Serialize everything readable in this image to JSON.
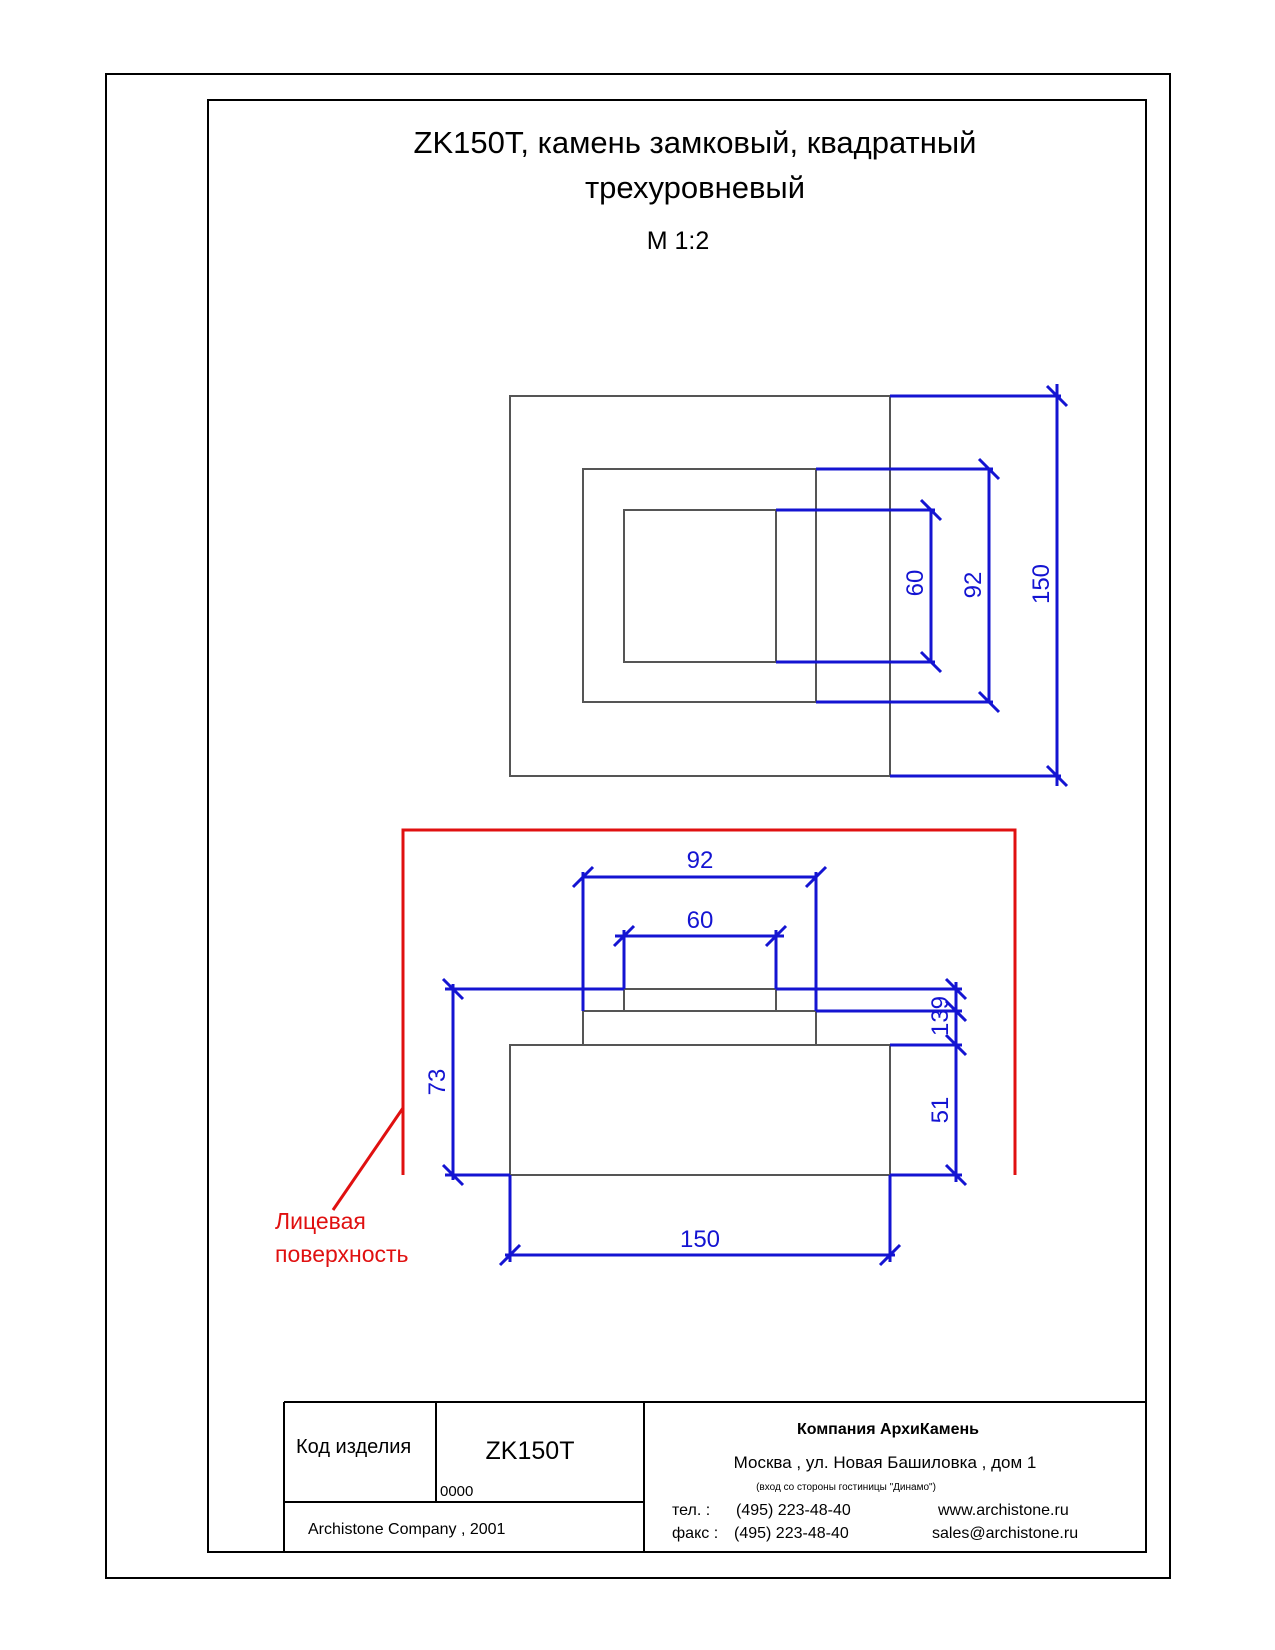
{
  "title": {
    "line1": "ZK150T, камень замковый, квадратный",
    "line2": "трехуровневый",
    "scale": "М 1:2"
  },
  "top_view": {
    "dims": {
      "inner": "60",
      "middle": "92",
      "outer": "150"
    }
  },
  "front_view": {
    "dims": {
      "top_width_92": "92",
      "top_width_60": "60",
      "height_total": "73",
      "height_small": "139",
      "height_base": "51",
      "base_width": "150"
    },
    "face_label": {
      "line1": "Лицевая",
      "line2": "поверхность"
    }
  },
  "title_block": {
    "product_code_label": "Код изделия",
    "product_code": "ZK150T",
    "sub_code": "0000",
    "copyright": "Archistone  Company ,  2001",
    "company_name": "Компания  АрхиКамень",
    "address": "Москва , ул. Новая Башиловка , дом 1",
    "address_note": "(вход со стороны гостиницы \"Динамо\")",
    "phone_label": "тел.   :",
    "phone": "(495) 223-48-40",
    "fax_label": "факс :",
    "fax": "(495) 223-48-40",
    "website": "www.archistone.ru",
    "email": "sales@archistone.ru"
  },
  "colors": {
    "dimension": "#1414d2",
    "face": "#e01010",
    "outline": "#555555"
  }
}
